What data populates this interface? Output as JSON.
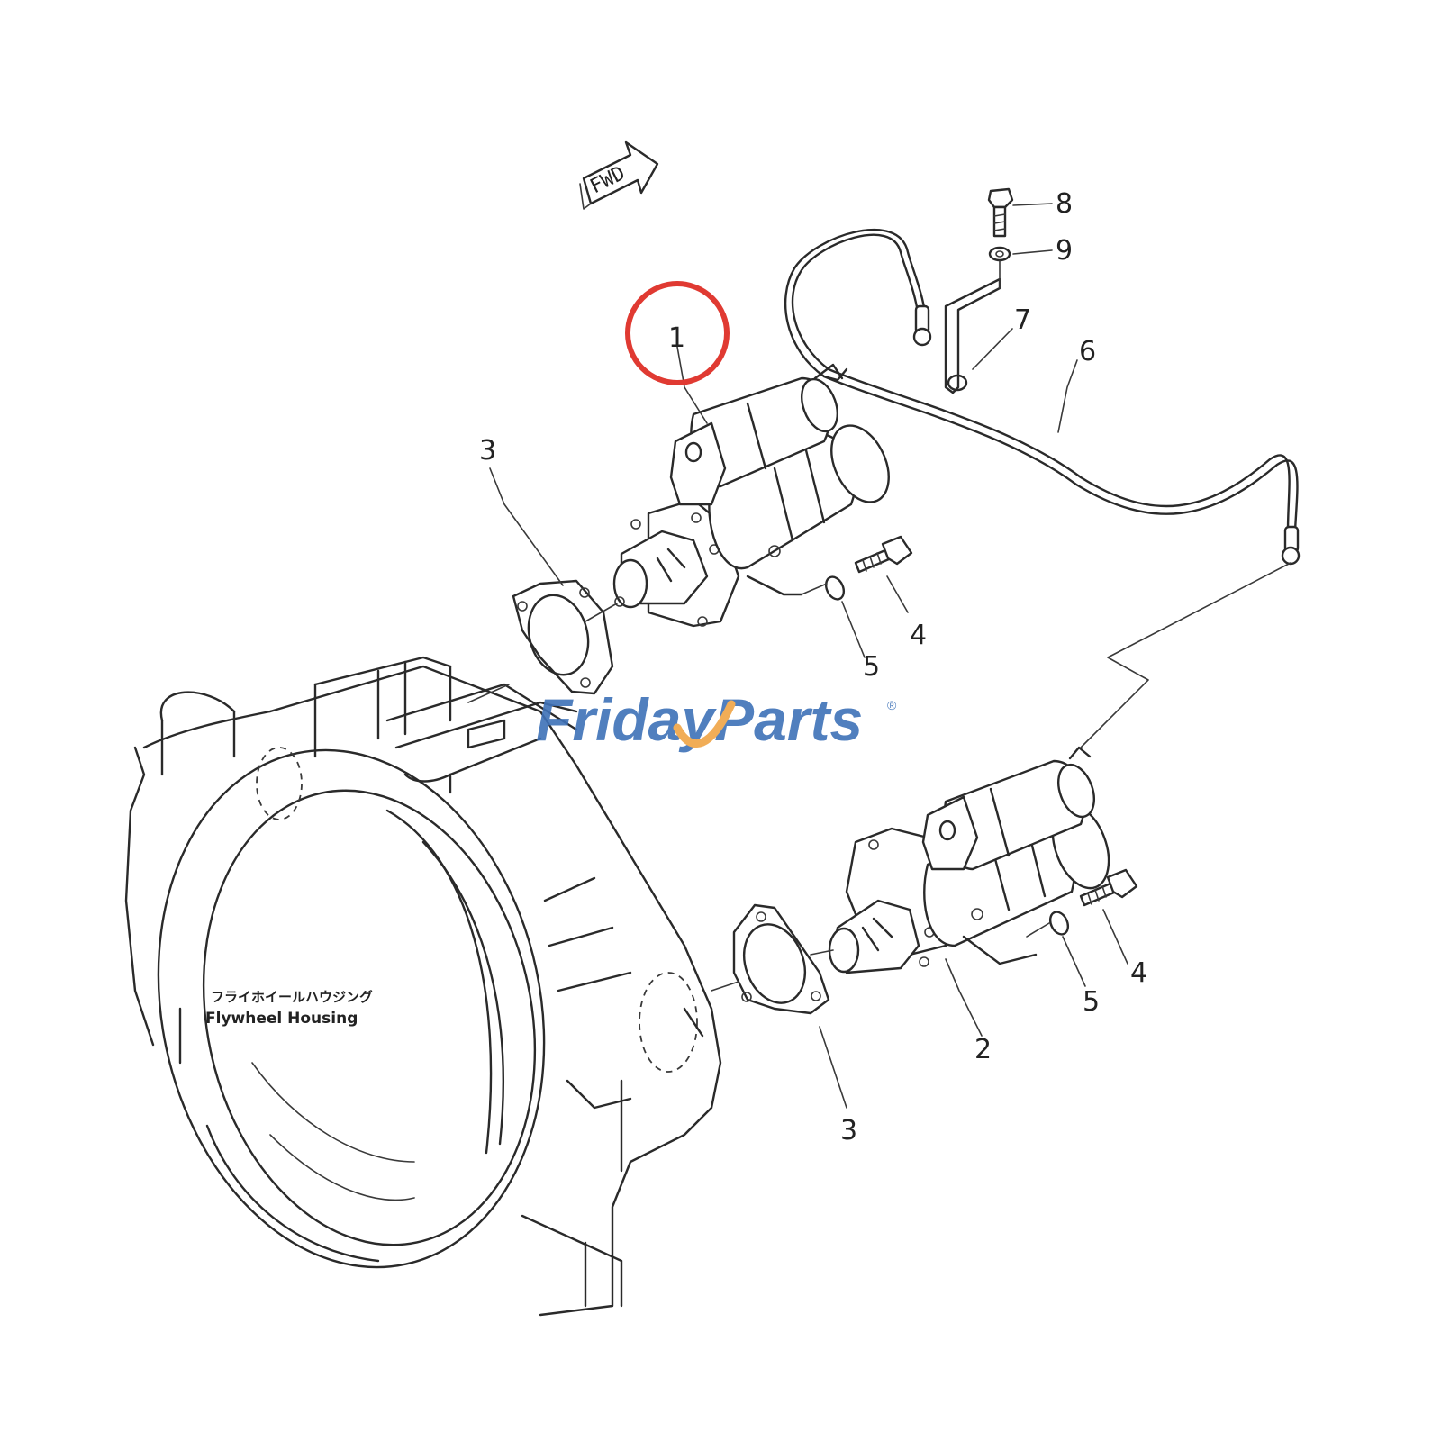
{
  "diagram": {
    "fwd_label": "FWD",
    "housing_caption_jp": "フライホイールハウジング",
    "housing_caption_en": "Flywheel  Housing",
    "highlight_color": "#e03a32",
    "callouts": {
      "c1": "1",
      "c2": "2",
      "c3a": "3",
      "c3b": "3",
      "c4a": "4",
      "c4b": "4",
      "c5a": "5",
      "c5b": "5",
      "c6": "6",
      "c7": "7",
      "c8": "8",
      "c9": "9"
    }
  },
  "watermark": {
    "word1": "Friday",
    "word2": "Parts",
    "mark": "®",
    "color_primary": "#3e72b8",
    "color_accent": "#f0a545"
  }
}
